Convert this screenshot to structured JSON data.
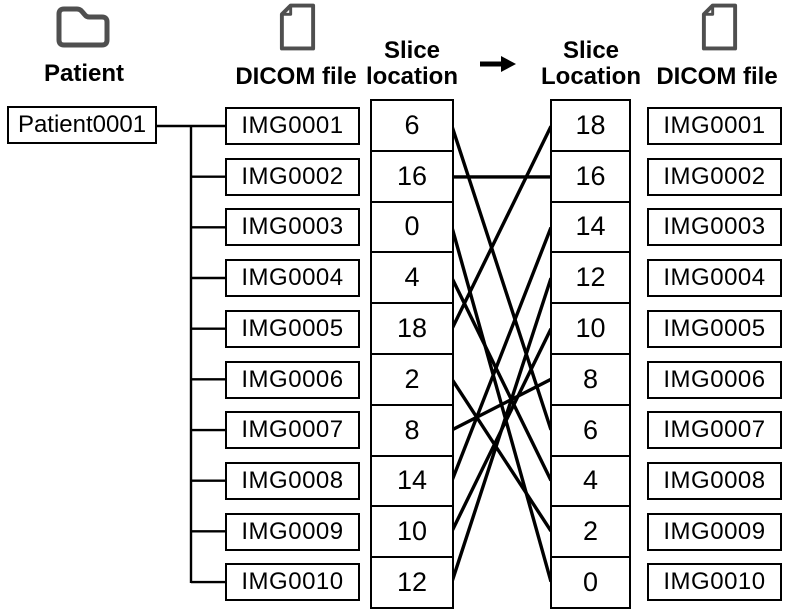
{
  "canvas": {
    "background": "#ffffff",
    "line_color": "#000000",
    "icon_color": "#4f4f4f"
  },
  "headers": {
    "patient": "Patient",
    "dicom_file_left": "DICOM file",
    "slice_location_left": {
      "line1": "Slice",
      "line2": "location"
    },
    "slice_location_right": {
      "line1": "Slice",
      "line2": "Location"
    },
    "dicom_file_right": "DICOM file"
  },
  "patient": {
    "name": "Patient0001"
  },
  "unsorted_files": [
    "IMG0001",
    "IMG0002",
    "IMG0003",
    "IMG0004",
    "IMG0005",
    "IMG0006",
    "IMG0007",
    "IMG0008",
    "IMG0009",
    "IMG0010"
  ],
  "unsorted_slices": [
    6,
    16,
    0,
    4,
    18,
    2,
    8,
    14,
    10,
    12
  ],
  "sorted_slices": [
    18,
    16,
    14,
    12,
    10,
    8,
    6,
    4,
    2,
    0
  ],
  "sorted_files": [
    "IMG0001",
    "IMG0002",
    "IMG0003",
    "IMG0004",
    "IMG0005",
    "IMG0006",
    "IMG0007",
    "IMG0008",
    "IMG0009",
    "IMG0010"
  ],
  "connections": [
    {
      "from_row": 0,
      "to_row": 6,
      "value": 6
    },
    {
      "from_row": 1,
      "to_row": 1,
      "value": 16
    },
    {
      "from_row": 2,
      "to_row": 9,
      "value": 0
    },
    {
      "from_row": 3,
      "to_row": 7,
      "value": 4
    },
    {
      "from_row": 4,
      "to_row": 0,
      "value": 18
    },
    {
      "from_row": 5,
      "to_row": 8,
      "value": 2
    },
    {
      "from_row": 6,
      "to_row": 5,
      "value": 8
    },
    {
      "from_row": 7,
      "to_row": 2,
      "value": 14
    },
    {
      "from_row": 8,
      "to_row": 4,
      "value": 10
    },
    {
      "from_row": 9,
      "to_row": 3,
      "value": 12
    }
  ]
}
